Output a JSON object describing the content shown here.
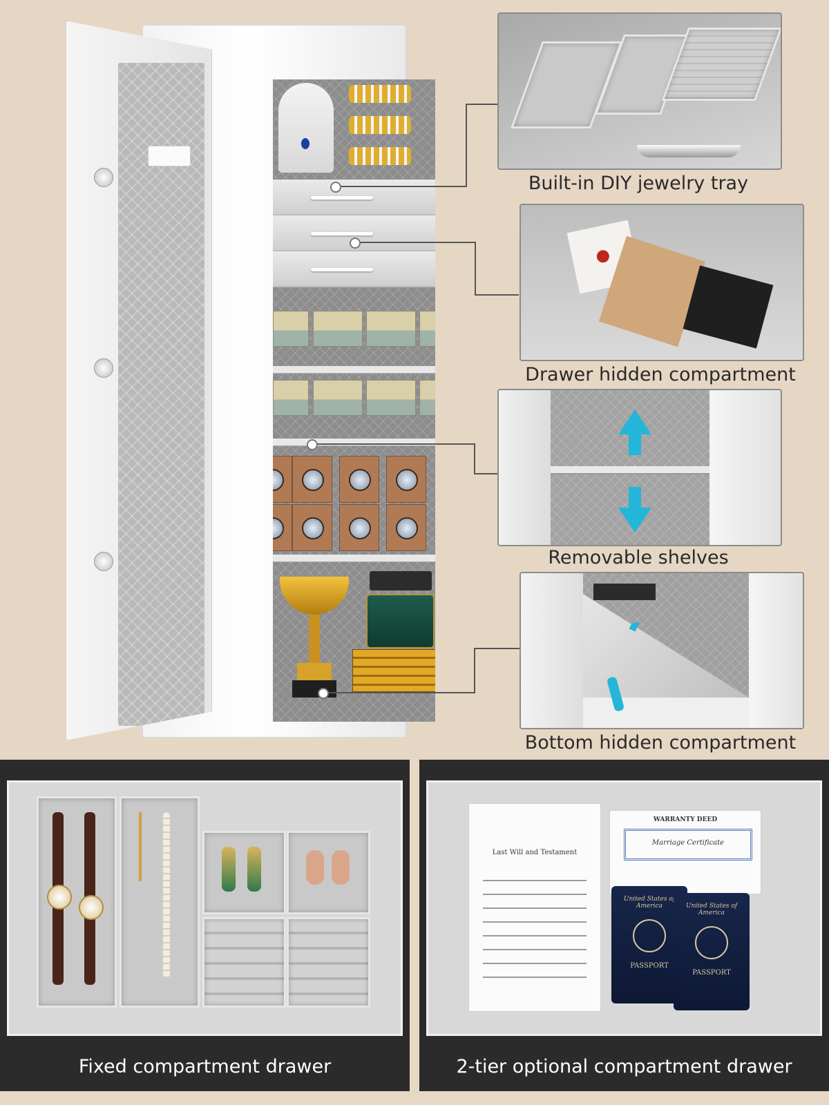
{
  "callouts": {
    "tray": "Built-in DIY jewelry tray",
    "drawer": "Drawer hidden compartment",
    "shelves": "Removable shelves",
    "bottom": "Bottom hidden compartment"
  },
  "bottom_panels": {
    "left": "Fixed compartment drawer",
    "right": "2-tier optional compartment drawer"
  },
  "documents": {
    "will_title": "Last Will and Testament",
    "deed_title": "WARRANTY DEED",
    "cert_title": "Marriage Certificate",
    "passport_country": "United States of America",
    "passport_label": "PASSPORT"
  },
  "colors": {
    "background": "#e6d7c4",
    "arrow_accent": "#23b6d8",
    "bottom_panel": "#2b2b2b"
  }
}
